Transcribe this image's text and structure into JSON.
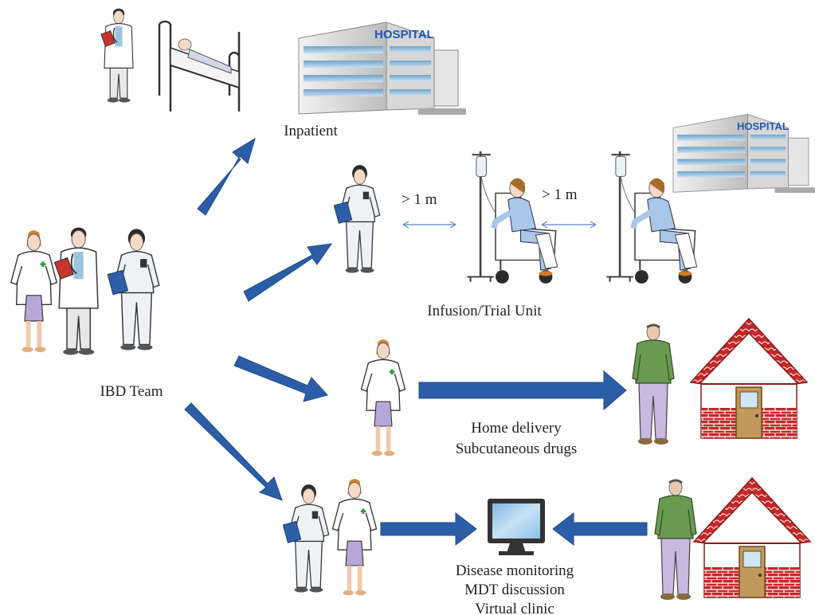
{
  "labels": {
    "inpatient": "Inpatient",
    "infusion_unit": "Infusion/Trial Unit",
    "ibd_team": "IBD Team",
    "distance_1": "> 1 m",
    "distance_2": "> 1 m",
    "home_delivery": "Home delivery",
    "subcutaneous": "Subcutaneous drugs",
    "disease_monitoring": "Disease monitoring",
    "mdt_discussion": "MDT discussion",
    "virtual_clinic": "Virtual clinic"
  },
  "signs": {
    "hospital_1": "HOSPITAL",
    "hospital_2": "HOSPITAL"
  },
  "colors": {
    "arrow": "#2c5ea8",
    "arrow_stroke": "#1d4a8c",
    "double_arrow": "#5b86c4",
    "scrubs": "#e8eef5",
    "coat": "#ffffff",
    "skirt": "#b9a6d9",
    "shirt_green": "#6a9a52",
    "trousers": "#c9b8e0",
    "roof_red": "#c62828",
    "brick": "#c62828",
    "door": "#c19a5b",
    "monitor_screen": "#9fc9e8"
  }
}
